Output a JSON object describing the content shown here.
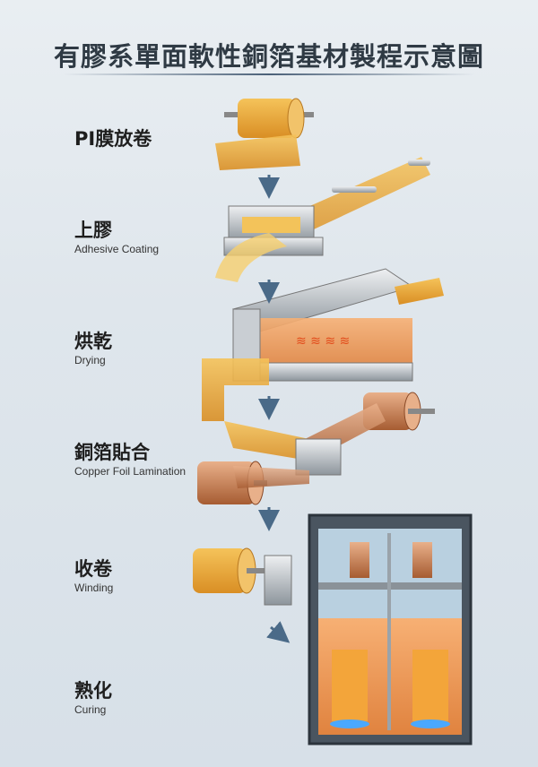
{
  "title": "有膠系單面軟性銅箔基材製程示意圖",
  "steps": [
    {
      "zh": "PI膜放卷",
      "en": ""
    },
    {
      "zh": "上膠",
      "en": "Adhesive Coating"
    },
    {
      "zh": "烘乾",
      "en": "Drying"
    },
    {
      "zh": "銅箔貼合",
      "en": "Copper Foil Lamination"
    },
    {
      "zh": "收卷",
      "en": "Winding"
    },
    {
      "zh": "熟化",
      "en": "Curing"
    }
  ],
  "colors": {
    "film": "#e8a83a",
    "copper": "#c07a4a",
    "arrow": "#4a6a88",
    "steel": "#b8bec4"
  }
}
